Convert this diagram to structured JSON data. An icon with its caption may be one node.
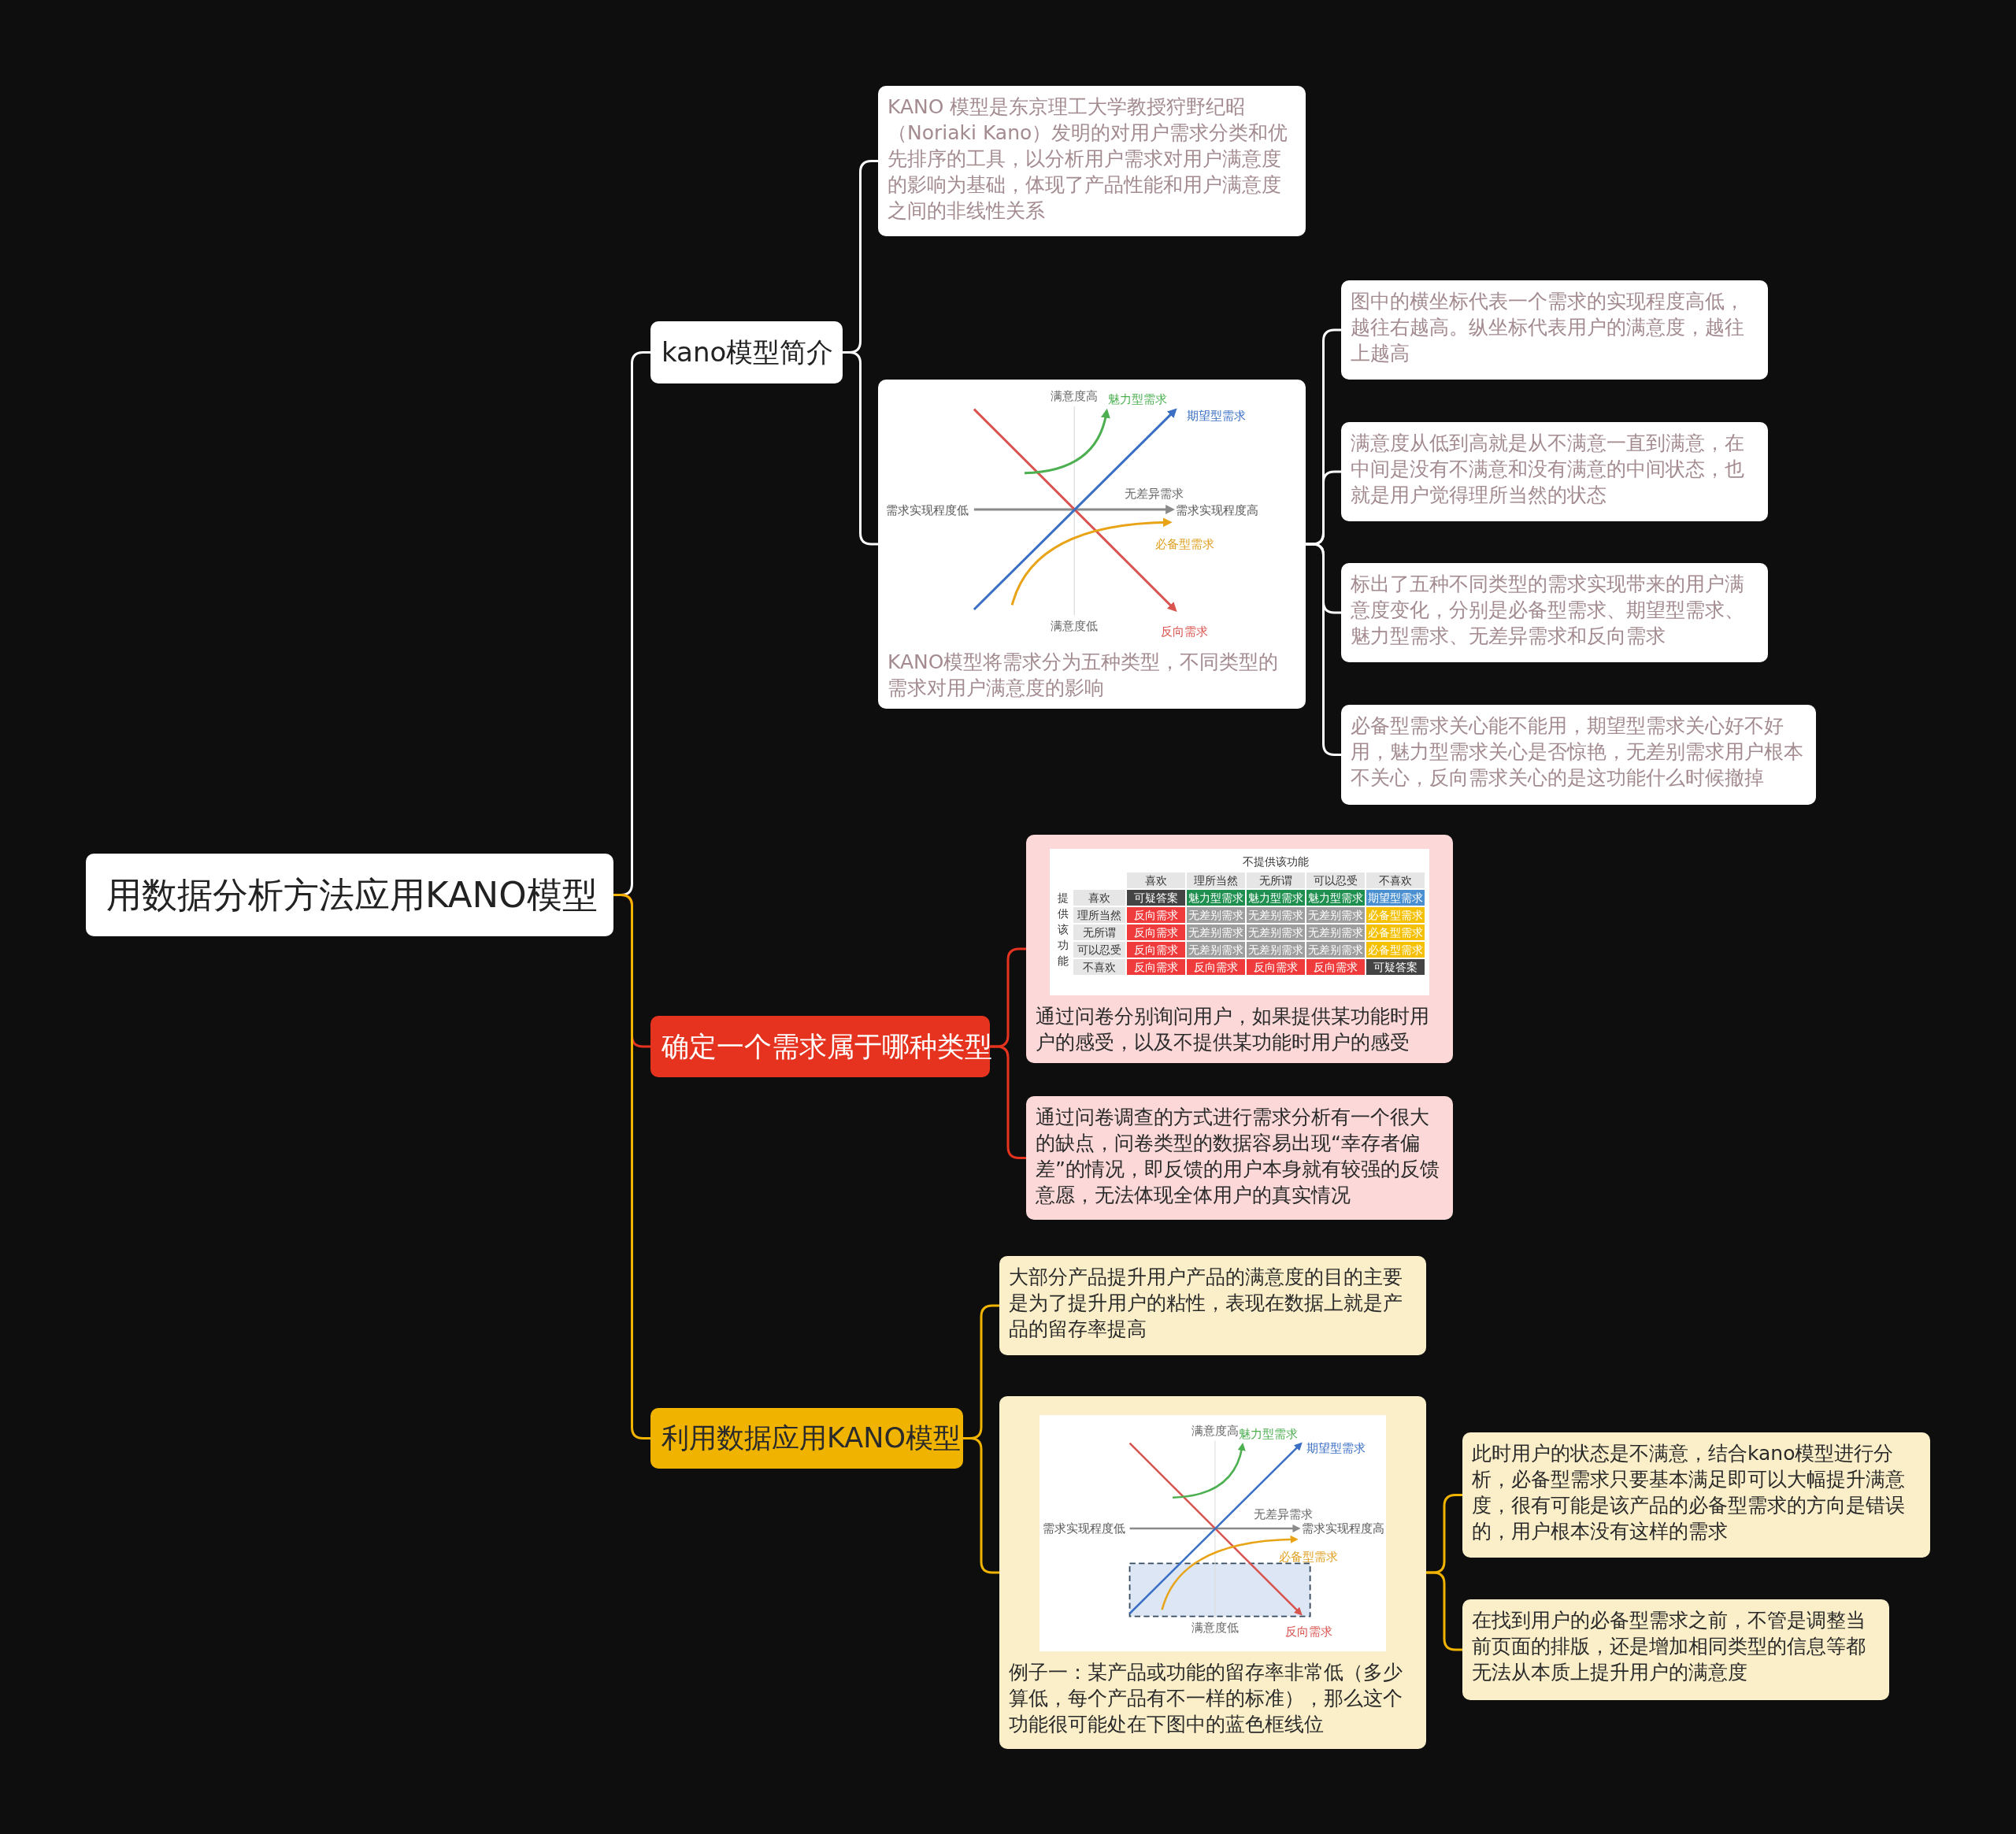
{
  "diagram": {
    "nodes": [
      {
        "text": [
          "用数据分析方法应用KANO模型"
        ]
      },
      {
        "text": [
          "kano模型简介"
        ]
      },
      {
        "text": [
          "KANO 模型是东京理工大学教授狩野纪昭（Noriaki Kano）发明的对用户需求分类和优先排序的工具，以分析用户需求对用户满意度的影响为基础，体现了产品性能和用户满意度之间的非线性关系"
        ]
      },
      {
        "text": [
          "KANO模型将需求分为五种类型，不同类型的需求对用户满意度的影响"
        ]
      },
      {
        "text": [
          "图中的横坐标代表一个需求的实现程度高低，越往右越高。纵坐标代表用户的满意度，越往上越高"
        ]
      },
      {
        "text": [
          "满意度从低到高就是从不满意一直到满意，在中间是没有不满意和没有满意的中间状态，也就是用户觉得理所当然的状态"
        ]
      },
      {
        "text": [
          "标出了五种不同类型的需求实现带来的用户满意度变化，分别是必备型需求、期望型需求、魅力型需求、无差异需求和反向需求"
        ]
      },
      {
        "text": [
          "必备型需求关心能不能用，期望型需求关心好不好用，魅力型需求关心是否惊艳，无差别需求用户根本不关心，反向需求关心的是这功能什么时候撤掉"
        ]
      },
      {
        "text": [
          "确定一个需求属于哪种类型"
        ]
      },
      {
        "text": [
          "通过问卷分别询问用户，如果提供某功能时用户的感受，以及不提供某功能时用户的感受"
        ]
      },
      {
        "text": [
          "通过问卷调查的方式进行需求分析有一个很大的缺点，问卷类型的数据容易出现“幸存者偏差”的情况，即反馈的用户本身就有较强的反馈意愿，无法体现全体用户的真实情况"
        ]
      },
      {
        "text": [
          "利用数据应用KANO模型"
        ]
      },
      {
        "text": [
          "大部分产品提升用户产品的满意度的目的主要是为了提升用户的粘性，表现在数据上就是产品的留存率提高"
        ]
      },
      {
        "text": [
          "例子一：某产品或功能的留存率非常低（多少算低，每个产品有不一样的标准），那么这个功能很可能处在下图中的蓝色框线位"
        ]
      },
      {
        "text": [
          "此时用户的状态是不满意，结合kano模型进行分析，必备型需求只要基本满足即可以大幅提升满意度，很有可能是该产品的必备型需求的方向是错误的，用户根本没有这样的需求"
        ]
      },
      {
        "text": [
          "在找到用户的必备型需求之前，不管是调整当前页面的排版，还是增加相同类型的信息等都无法从本质上提升用户的满意度"
        ]
      }
    ],
    "edges": [
      {
        "from": 0,
        "to": 1,
        "arrow": "none"
      },
      {
        "from": 0,
        "to": 8,
        "arrow": "none",
        "color": "#e5331f"
      },
      {
        "from": 0,
        "to": 11,
        "arrow": "none",
        "color": "#f0b400"
      },
      {
        "from": 1,
        "to": 2,
        "arrow": "none"
      },
      {
        "from": 1,
        "to": 3,
        "arrow": "none"
      },
      {
        "from": 3,
        "to": 4,
        "arrow": "none"
      },
      {
        "from": 3,
        "to": 5,
        "arrow": "none"
      },
      {
        "from": 3,
        "to": 6,
        "arrow": "none"
      },
      {
        "from": 3,
        "to": 7,
        "arrow": "none"
      },
      {
        "from": 8,
        "to": 9,
        "arrow": "none",
        "color": "#e5331f"
      },
      {
        "from": 8,
        "to": 10,
        "arrow": "none",
        "color": "#e5331f"
      },
      {
        "from": 11,
        "to": 12,
        "arrow": "none",
        "color": "#f0b400"
      },
      {
        "from": 11,
        "to": 13,
        "arrow": "none",
        "color": "#f0b400"
      },
      {
        "from": 13,
        "to": 14,
        "arrow": "none",
        "color": "#f0b400"
      },
      {
        "from": 13,
        "to": 15,
        "arrow": "none",
        "color": "#f0b400"
      }
    ],
    "labels": [
      "满意度高",
      "魅力型需求",
      "期望型需求",
      "无差异需求",
      "需求实现程度低",
      "需求实现程度高",
      "必备型需求",
      "满意度低",
      "反向需求",
      "不提供该功能",
      "喜欢",
      "理所当然",
      "无所谓",
      "可以忍受",
      "不喜欢",
      "提供该功能",
      "喜欢",
      "可疑答案",
      "魅力型需求",
      "魅力型需求",
      "魅力型需求",
      "期望型需求",
      "理所当然",
      "反向需求",
      "无差别需求",
      "无差别需求",
      "无差别需求",
      "必备型需求",
      "无所谓",
      "反向需求",
      "无差别需求",
      "无差别需求",
      "无差别需求",
      "必备型需求",
      "可以忍受",
      "反向需求",
      "无差别需求",
      "无差别需求",
      "无差别需求",
      "必备型需求",
      "不喜欢",
      "反向需求",
      "反向需求",
      "反向需求",
      "反向需求",
      "可疑答案",
      "满意度高",
      "魅力型需求",
      "期望型需求",
      "无差异需求",
      "需求实现程度低",
      "需求实现程度高",
      "必备型需求",
      "满意度低",
      "反向需求"
    ]
  }
}
